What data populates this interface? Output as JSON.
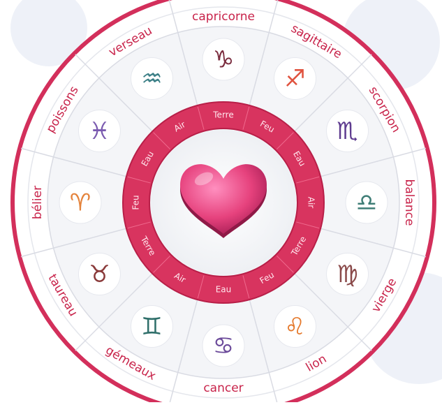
{
  "colors": {
    "primary": "#c8234a",
    "ring_outer": "#d32f5b",
    "wheel_bg": "#f4f5f8",
    "divider": "#d9dbe3",
    "element_ring": "#d8345f",
    "element_text": "#ffe7ee",
    "heart": "#e6427d"
  },
  "signs": [
    {
      "label": "capricorne",
      "icon": "goat-icon"
    },
    {
      "label": "sagittaire",
      "icon": "bow-arrow-icon"
    },
    {
      "label": "scorpion",
      "icon": "scorpion-icon"
    },
    {
      "label": "balance",
      "icon": "scales-icon"
    },
    {
      "label": "vierge",
      "icon": "maiden-icon"
    },
    {
      "label": "lion",
      "icon": "lion-icon"
    },
    {
      "label": "cancer",
      "icon": "crab-icon"
    },
    {
      "label": "gémeaux",
      "icon": "masks-icon"
    },
    {
      "label": "taureau",
      "icon": "bull-icon"
    },
    {
      "label": "bélier",
      "icon": "ram-icon"
    },
    {
      "label": "poissons",
      "icon": "fish-icon"
    },
    {
      "label": "verseau",
      "icon": "water-bearer-icon"
    }
  ],
  "elements": [
    "Terre",
    "Feu",
    "Eau",
    "Air",
    "Terre",
    "Feu",
    "Eau",
    "Air",
    "Terre",
    "Feu",
    "Eau",
    "Air"
  ],
  "center": {
    "icon": "heart-icon"
  }
}
